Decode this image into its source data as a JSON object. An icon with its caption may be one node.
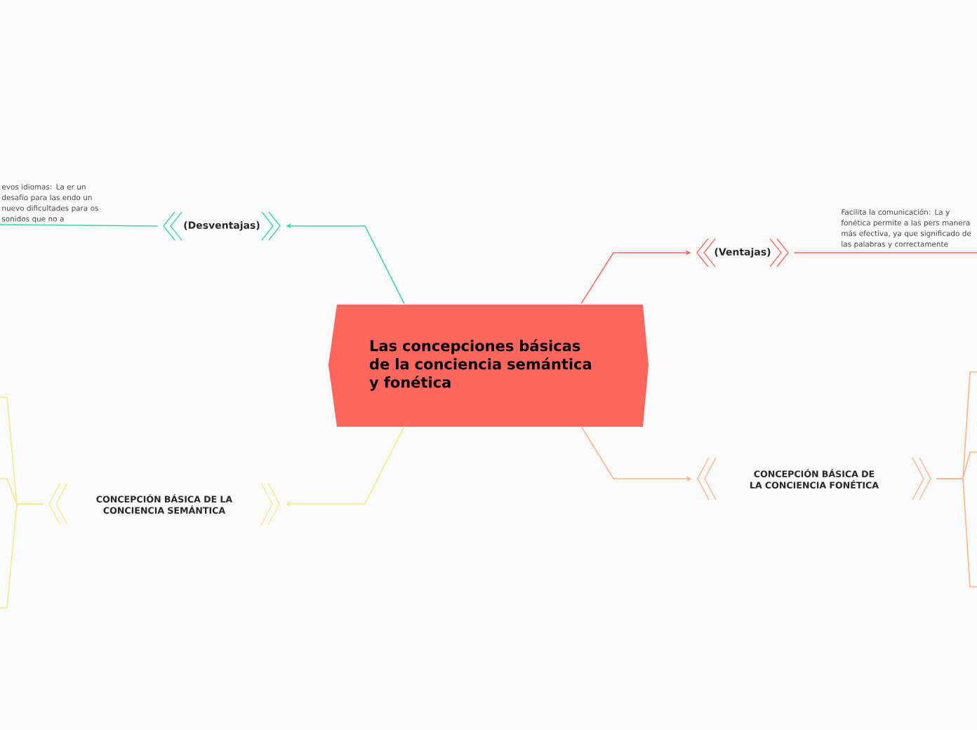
{
  "diagram": {
    "nodes": [
      {
        "text": [
          "Las concepciones básicas de la conciencia semántica y fonética"
        ]
      },
      {
        "text": [
          "(Desventajas)"
        ]
      },
      {
        "text": [
          "evos idiomas: La er un desafío para las endo un nuevo dificultades para os sonidos que no a"
        ]
      },
      {
        "text": [
          "(Ventajas)"
        ]
      },
      {
        "text": [
          "Facilita la comunicación: La y fonética permite a las pers manera más efectiva, ya que significado de las palabras y correctamente"
        ]
      },
      {
        "text": [
          "CONCEPCIÓN BÁSICA DE LA CONCIENCIA SEMÁNTICA"
        ]
      },
      {
        "text": [
          "CONCEPCIÓN BÁSICA DE LA CONCIENCIA FONÉTICA"
        ]
      }
    ],
    "edges": [
      {
        "from": 0,
        "to": 1,
        "arrow": "to",
        "color": "#3ed6a0"
      },
      {
        "from": 1,
        "to": 2,
        "arrow": "none",
        "color": "#3ed6a0"
      },
      {
        "from": 0,
        "to": 3,
        "arrow": "to",
        "color": "#ff6b61"
      },
      {
        "from": 3,
        "to": 4,
        "arrow": "none",
        "color": "#ff6b61"
      },
      {
        "from": 0,
        "to": 5,
        "arrow": "to",
        "color": "#f5e98a"
      },
      {
        "from": 0,
        "to": 6,
        "arrow": "to",
        "color": "#ffb38a"
      },
      {
        "from": 5,
        "to": null,
        "arrow": "none",
        "color": "#f5e98a"
      },
      {
        "from": 5,
        "to": null,
        "arrow": "none",
        "color": "#f5e98a"
      },
      {
        "from": 5,
        "to": null,
        "arrow": "none",
        "color": "#f5e98a"
      },
      {
        "from": 6,
        "to": null,
        "arrow": "none",
        "color": "#ffb38a"
      },
      {
        "from": 6,
        "to": null,
        "arrow": "none",
        "color": "#ffb38a"
      },
      {
        "from": 6,
        "to": null,
        "arrow": "none",
        "color": "#ffb38a"
      }
    ]
  }
}
